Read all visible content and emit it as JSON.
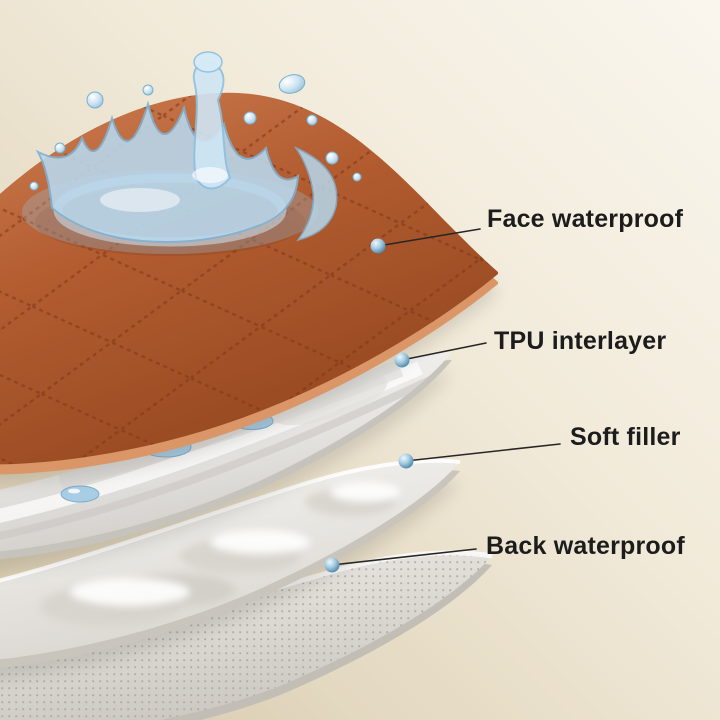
{
  "callouts": [
    {
      "label": "Face waterproof"
    },
    {
      "label": "TPU interlayer"
    },
    {
      "label": "Soft filler"
    },
    {
      "label": "Back waterproof"
    }
  ],
  "colors": {
    "background_light": "#faf6ee",
    "background_dark": "#d3c5a8",
    "face_layer": "#b05a2e",
    "face_stitch": "#7e3516",
    "tpu_layer": "#e9e8e5",
    "soft_layer": "#f0efec",
    "back_layer": "#dedbd4",
    "water": "#a5cbe4",
    "callout_dot": "#4e86a5",
    "callout_line": "#262626",
    "label_text": "#1c1c1c"
  },
  "icons": {
    "splash": "water-splash-icon",
    "droplet": "water-droplet-icon",
    "dot": "callout-dot"
  }
}
